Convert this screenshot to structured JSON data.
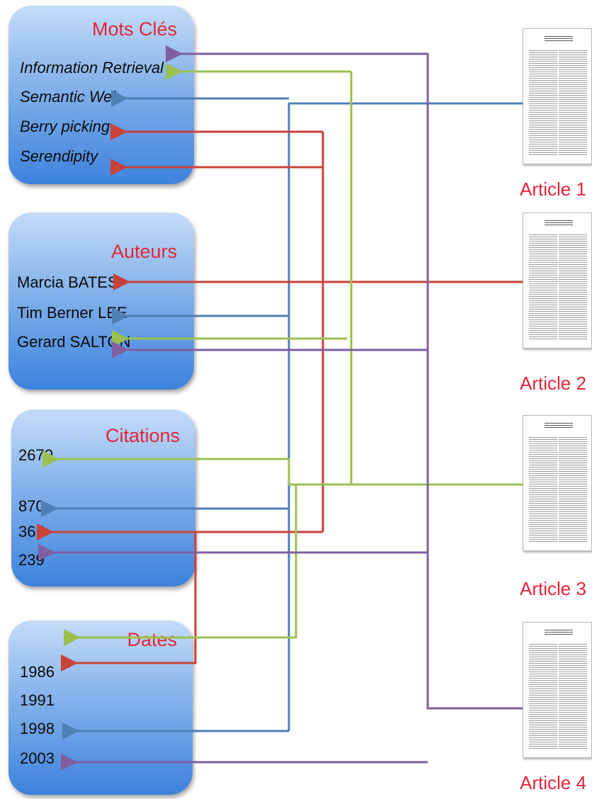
{
  "groups": {
    "mots_cles": {
      "title": "Mots Clés",
      "items": [
        "Information Retrieval",
        "Semantic Web",
        "Berry picking",
        "Serendipity"
      ]
    },
    "auteurs": {
      "title": "Auteurs",
      "items": [
        "Marcia BATES",
        "Tim Berner LEE",
        "Gerard SALTON"
      ]
    },
    "citations": {
      "title": "Citations",
      "items": [
        "2670",
        "870",
        "365",
        "239"
      ]
    },
    "dates": {
      "title": "Dates",
      "items": [
        "1986",
        "1991",
        "1998",
        "2003"
      ]
    }
  },
  "articles": [
    "Article 1",
    "Article 2",
    "Article 3",
    "Article 4"
  ],
  "colors": {
    "red": "#c9423a",
    "blue": "#4e7fb5",
    "green": "#9ac14f",
    "purple": "#7f5fa0",
    "title_red": "#e2263a"
  }
}
